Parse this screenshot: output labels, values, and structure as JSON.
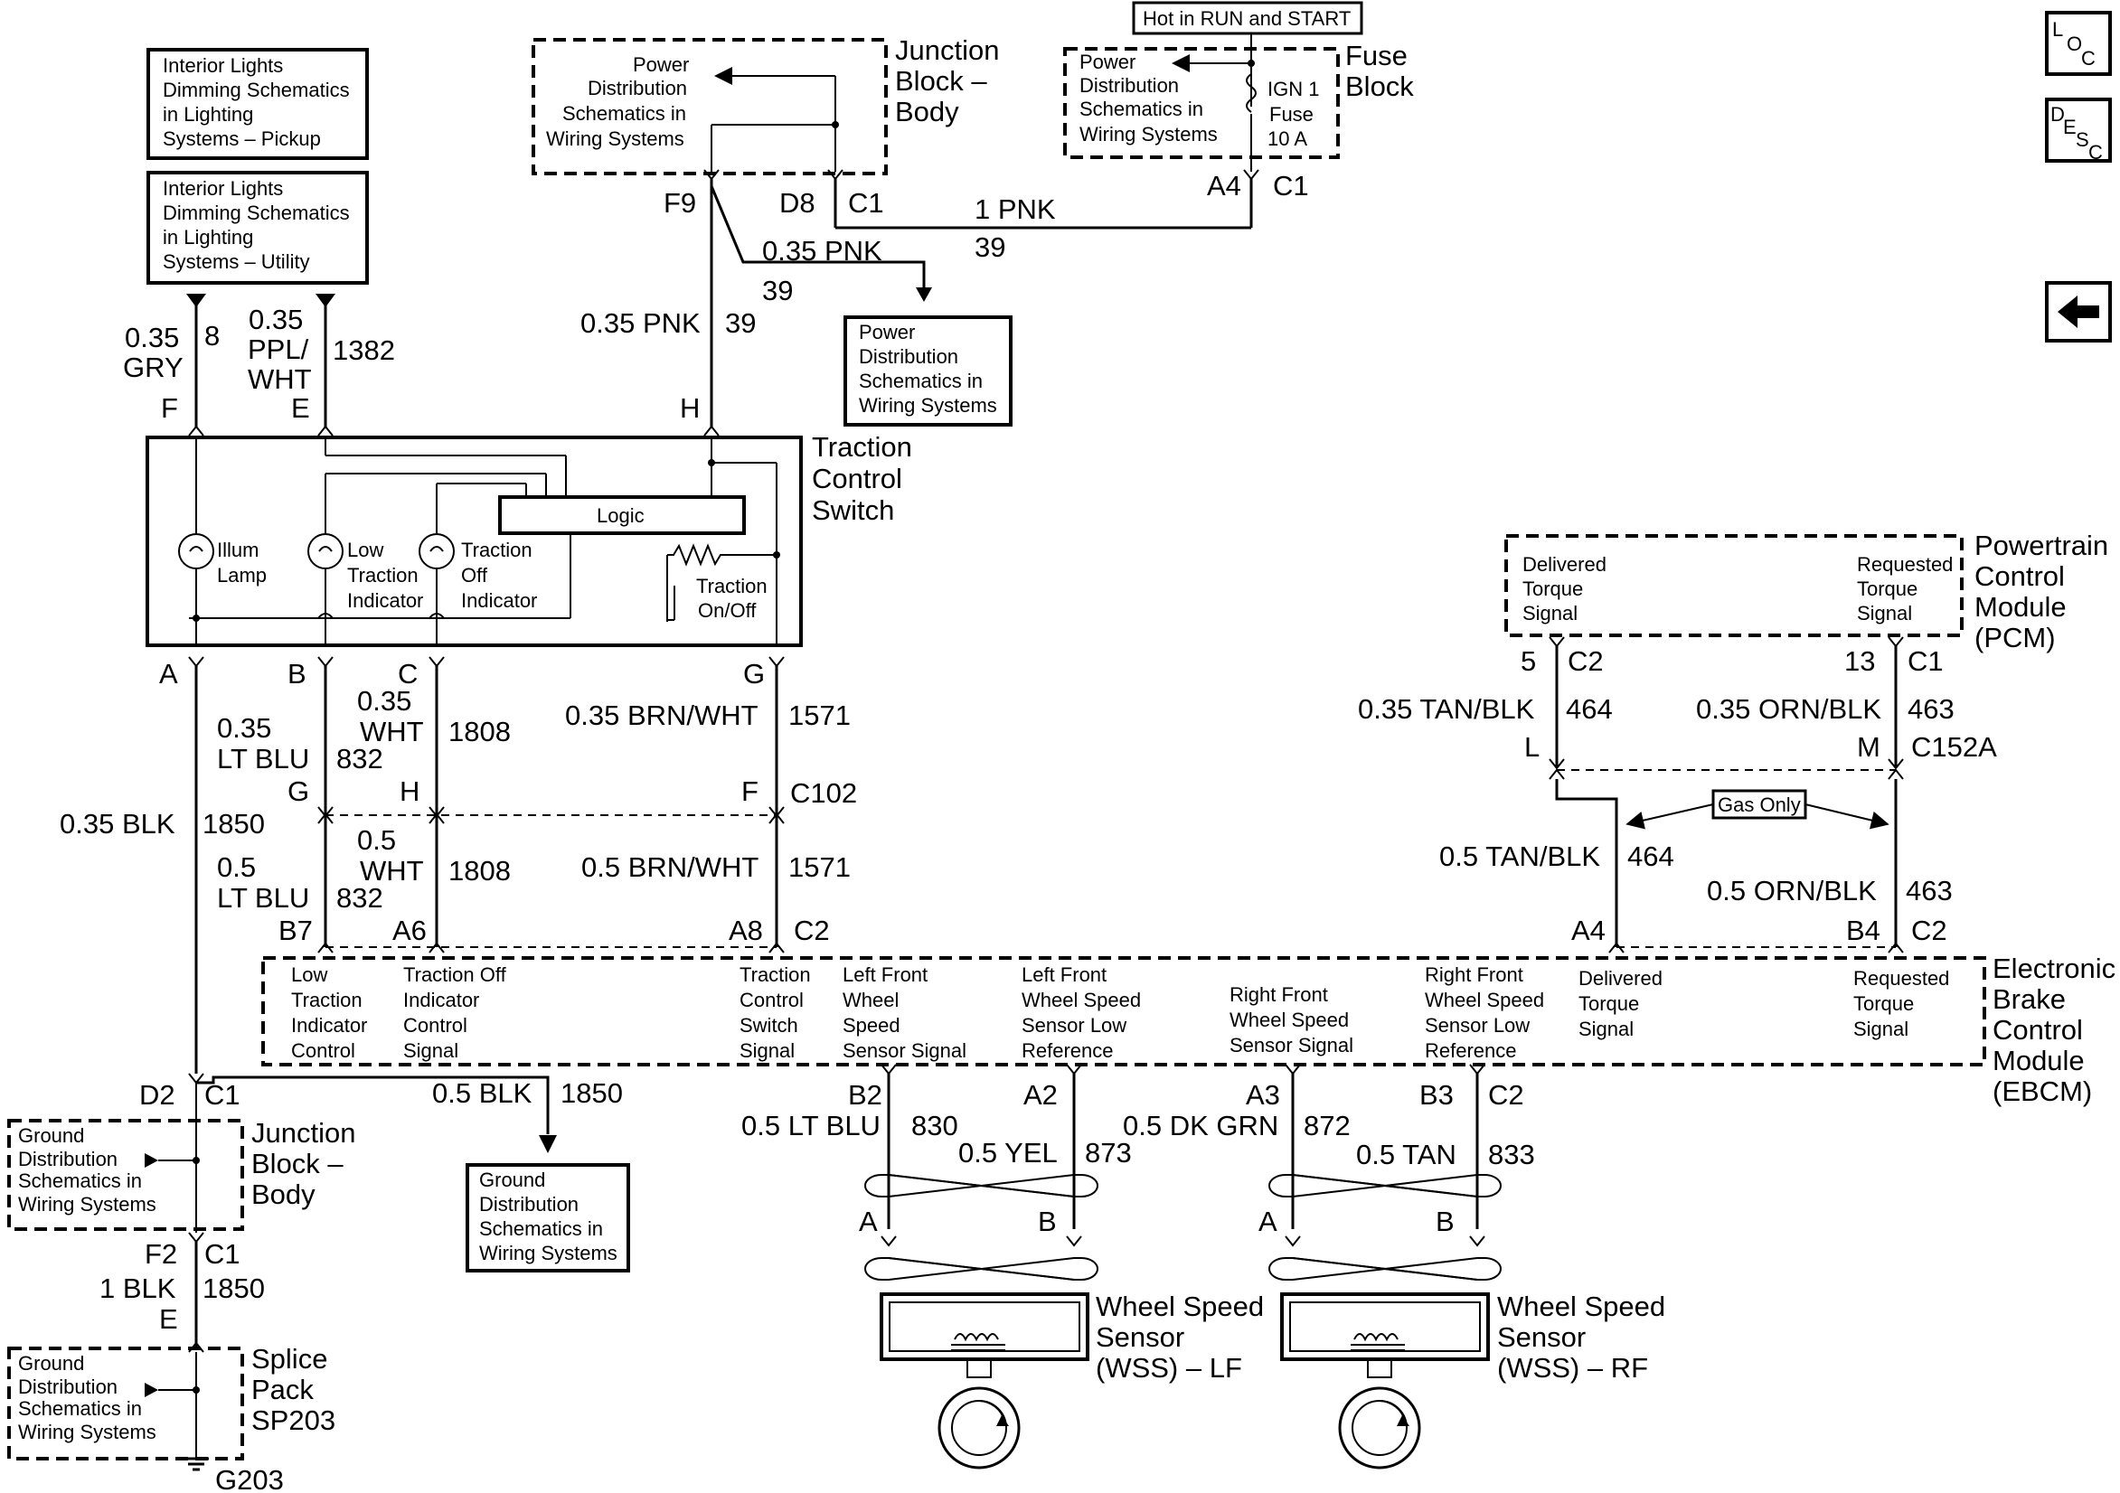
{
  "nav": {
    "loc": "LOC",
    "desc": "DESC",
    "back_icon": "left-arrow-icon"
  },
  "refs": {
    "pickup": [
      "Interior Lights",
      "Dimming Schematics",
      "in Lighting",
      "Systems – Pickup"
    ],
    "utility": [
      "Interior Lights",
      "Dimming Schematics",
      "in Lighting",
      "Systems – Utility"
    ],
    "pds_jb": [
      "Power",
      "Distribution",
      "Schematics in",
      "Wiring Systems"
    ],
    "pds_fuse": [
      "Power",
      "Distribution",
      "Schematics in",
      "Wiring Systems"
    ],
    "pds_arrow": [
      "Power",
      "Distribution",
      "Schematics in",
      "Wiring Systems"
    ],
    "gds_arrow": [
      "Ground",
      "Distribution",
      "Schematics in",
      "Wiring Systems"
    ],
    "gds_jb": [
      "Ground",
      "Distribution",
      "Schematics in",
      "Wiring Systems"
    ],
    "gds_splice": [
      "Ground",
      "Distribution",
      "Schematics in",
      "Wiring Systems"
    ]
  },
  "components": {
    "junction_block_top": [
      "Junction",
      "Block –",
      "Body"
    ],
    "fuse_block": [
      "Fuse",
      "Block"
    ],
    "hot_label": "Hot in RUN and START",
    "fuse": [
      "IGN 1",
      "Fuse",
      "10 A"
    ],
    "tcs": [
      "Traction",
      "Control",
      "Switch"
    ],
    "logic": "Logic",
    "illum_lamp": [
      "Illum",
      "Lamp"
    ],
    "low_traction": [
      "Low",
      "Traction",
      "Indicator"
    ],
    "traction_off": [
      "Traction",
      "Off",
      "Indicator"
    ],
    "traction_onoff": [
      "Traction",
      "On/Off"
    ],
    "pcm": [
      "Powertrain",
      "Control",
      "Module",
      "(PCM)"
    ],
    "pcm_delivered": [
      "Delivered",
      "Torque",
      "Signal"
    ],
    "pcm_requested": [
      "Requested",
      "Torque",
      "Signal"
    ],
    "gas_only": "Gas Only",
    "ebcm": [
      "Electronic",
      "Brake",
      "Control",
      "Module",
      "(EBCM)"
    ],
    "ebcm_pins": [
      [
        "Low",
        "Traction",
        "Indicator",
        "Control"
      ],
      [
        "Traction Off",
        "Indicator",
        "Control",
        "Signal"
      ],
      [
        "Traction",
        "Control",
        "Switch",
        "Signal"
      ],
      [
        "Left Front",
        "Wheel",
        "Speed",
        "Sensor Signal"
      ],
      [
        "Left Front",
        "Wheel Speed",
        "Sensor Low",
        "Reference"
      ],
      [
        "Right Front",
        "Wheel Speed",
        "Sensor Signal"
      ],
      [
        "Right Front",
        "Wheel Speed",
        "Sensor Low",
        "Reference"
      ],
      [
        "Delivered",
        "Torque",
        "Signal"
      ],
      [
        "Requested",
        "Torque",
        "Signal"
      ]
    ],
    "junction_block_bottom": [
      "Junction",
      "Block –",
      "Body"
    ],
    "splice_pack": [
      "Splice",
      "Pack",
      "SP203"
    ],
    "wss_lf": [
      "Wheel Speed",
      "Sensor",
      "(WSS) – LF"
    ],
    "wss_rf": [
      "Wheel Speed",
      "Sensor",
      "(WSS) – RF"
    ],
    "ground": "G203"
  },
  "wires": {
    "f9": "F9",
    "d8": "D8",
    "c1_top": "C1",
    "a4_fuse": "A4",
    "c1_fuse": "C1",
    "pnk1": "1 PNK",
    "pnk1_ckt": "39",
    "pnk035a": "0.35 PNK",
    "pnk035a_ckt": "39",
    "pnk035b": "0.35 PNK",
    "pnk035b_ckt": "39",
    "gry": [
      "0.35",
      "GRY"
    ],
    "gry_ckt": "8",
    "ppl": [
      "0.35",
      "PPL/",
      "WHT"
    ],
    "ppl_ckt": "1382",
    "pin_f": "F",
    "pin_e": "E",
    "pin_h": "H",
    "pin_a": "A",
    "pin_b": "B",
    "pin_c": "C",
    "pin_g": "G",
    "blk035": "0.35 BLK",
    "blk035_ckt": "1850",
    "ltblu035": [
      "0.35",
      "LT BLU"
    ],
    "ltblu035_ckt": "832",
    "wht035": [
      "0.35",
      "WHT"
    ],
    "wht035_ckt": "1808",
    "brnwht035": "0.35 BRN/WHT",
    "brnwht035_ckt": "1571",
    "c102_g": "G",
    "c102_h": "H",
    "c102_f": "F",
    "c102": "C102",
    "ltblu05": [
      "0.5",
      "LT BLU"
    ],
    "ltblu05_ckt": "832",
    "wht05": [
      "0.5",
      "WHT"
    ],
    "wht05_ckt": "1808",
    "brnwht05": "0.5 BRN/WHT",
    "brnwht05_ckt": "1571",
    "b7": "B7",
    "a6": "A6",
    "a8": "A8",
    "c2_ebcm_l": "C2",
    "pcm_5": "5",
    "pcm_c2": "C2",
    "pcm_13": "13",
    "pcm_c1": "C1",
    "tanblk035": "0.35 TAN/BLK",
    "tanblk035_ckt": "464",
    "ornblk035": "0.35 ORN/BLK",
    "ornblk035_ckt": "463",
    "c152_l": "L",
    "c152_m": "M",
    "c152a": "C152A",
    "tanblk05": "0.5 TAN/BLK",
    "tanblk05_ckt": "464",
    "ornblk05": "0.5 ORN/BLK",
    "ornblk05_ckt": "463",
    "a4_ebcm": "A4",
    "b4_ebcm": "B4",
    "c2_ebcm_r": "C2",
    "d2": "D2",
    "c1_d2": "C1",
    "blk05": "0.5 BLK",
    "blk05_ckt": "1850",
    "f2": "F2",
    "c1_f2": "C1",
    "blk1": "1 BLK",
    "blk1_ckt": "1850",
    "pin_e2": "E",
    "b2": "B2",
    "a2": "A2",
    "a3": "A3",
    "b3": "B3",
    "c2_wss": "C2",
    "ltblu05w": "0.5 LT BLU",
    "ltblu05w_ckt": "830",
    "yel05": "0.5 YEL",
    "yel05_ckt": "873",
    "dkgrn05": "0.5 DK GRN",
    "dkgrn05_ckt": "872",
    "tan05": "0.5 TAN",
    "tan05_ckt": "833",
    "wss_lf_a": "A",
    "wss_lf_b": "B",
    "wss_rf_a": "A",
    "wss_rf_b": "B"
  }
}
